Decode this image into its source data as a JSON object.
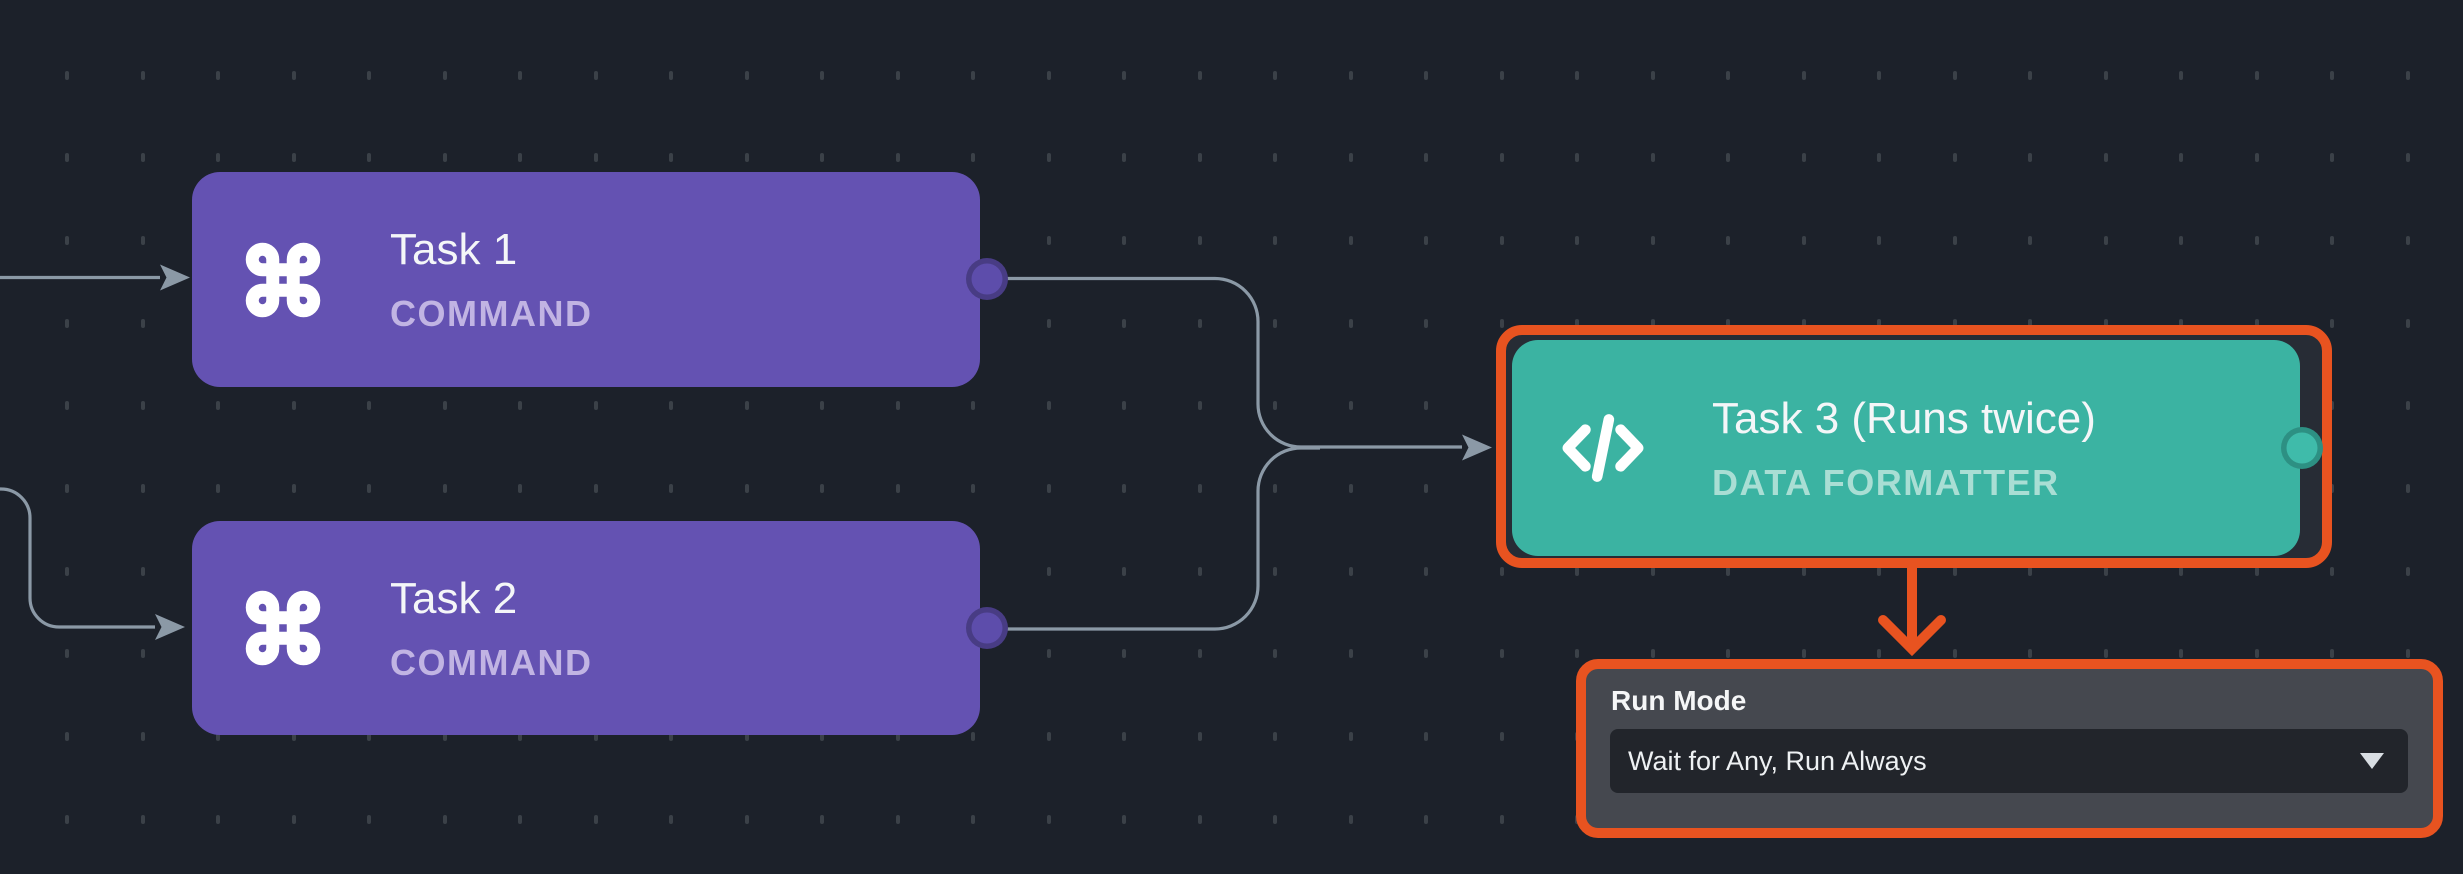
{
  "canvas": {
    "type": "workflow-node-editor",
    "colors": {
      "background": "#1c212a",
      "grid_dot": "#41464e",
      "edge_gray": "#8b99a6",
      "node_purple": "#6452b2",
      "node_teal": "#3bb3a2",
      "highlight_orange": "#e85320",
      "panel_background": "#45484f",
      "dropdown_background": "#22252b",
      "title_text": "#f4f6f8",
      "subtitle_purple_text": "#c1b4e3",
      "subtitle_teal_text": "#a9ded4"
    }
  },
  "nodes": [
    {
      "title": "Task 1",
      "subtitle": "COMMAND",
      "icon": "command-icon",
      "color": "#6452b2",
      "highlighted": false
    },
    {
      "title": "Task 2",
      "subtitle": "COMMAND",
      "icon": "command-icon",
      "color": "#6452b2",
      "highlighted": false
    },
    {
      "title": "Task 3 (Runs twice)",
      "subtitle": "DATA FORMATTER",
      "icon": "code-icon",
      "color": "#3bb3a2",
      "highlighted": true
    }
  ],
  "inspector": {
    "label": "Run Mode",
    "dropdown": {
      "value": "Wait for Any, Run Always",
      "icon": "caret-down-icon"
    }
  }
}
